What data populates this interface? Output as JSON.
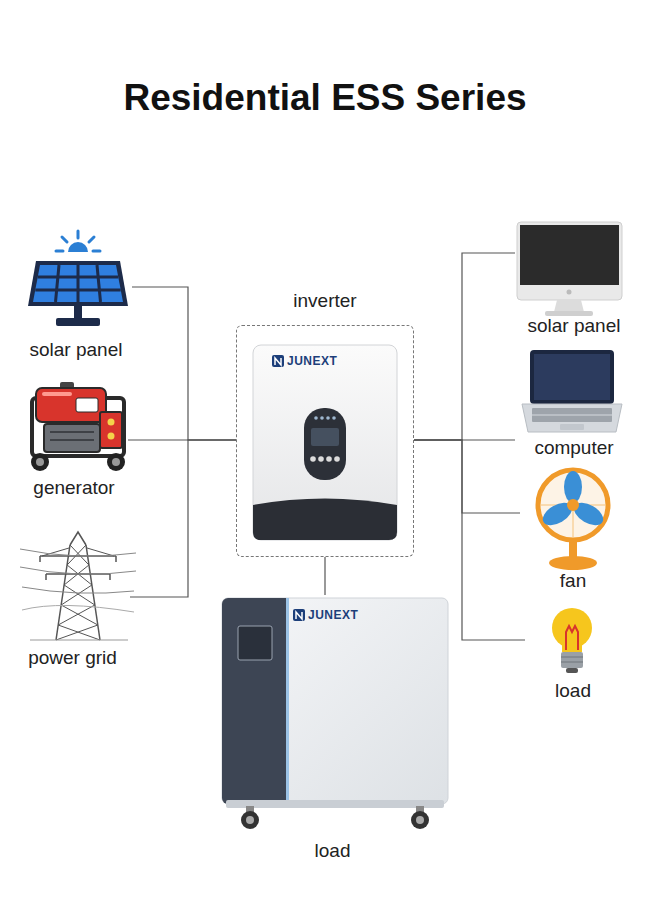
{
  "diagram": {
    "title": "Residential ESS Series",
    "nodes": [
      {
        "text": [
          "solar panel"
        ]
      },
      {
        "text": [
          "generator"
        ]
      },
      {
        "text": [
          "power grid"
        ]
      },
      {
        "text": [
          "inverter"
        ]
      },
      {
        "text": [
          "load"
        ]
      },
      {
        "text": [
          "solar panel"
        ]
      },
      {
        "text": [
          "computer"
        ]
      },
      {
        "text": [
          "fan"
        ]
      },
      {
        "text": [
          "load"
        ]
      }
    ],
    "edges": [
      {
        "from": 0,
        "to": 3,
        "arrow": "none"
      },
      {
        "from": 1,
        "to": 3,
        "arrow": "none"
      },
      {
        "from": 2,
        "to": 3,
        "arrow": "none"
      },
      {
        "from": 3,
        "to": 4,
        "arrow": "none"
      },
      {
        "from": 3,
        "to": 5,
        "arrow": "none"
      },
      {
        "from": 3,
        "to": 6,
        "arrow": "none"
      },
      {
        "from": 3,
        "to": 7,
        "arrow": "none"
      },
      {
        "from": 3,
        "to": 8,
        "arrow": "none"
      }
    ],
    "labels": [
      "JUNEXT",
      "JUNEXT"
    ]
  }
}
